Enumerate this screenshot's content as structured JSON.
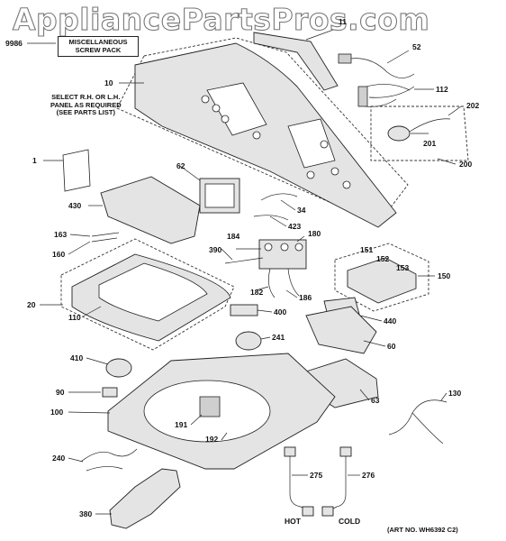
{
  "watermark": "AppliancePartsPros.com",
  "art_number": "(ART NO. WH6392 C2)",
  "notes": {
    "side_panel": "SELECT R.H. OR L.H.\nPANEL AS REQUIRED\n(SEE PARTS LIST)",
    "screw_pack": "MISCELLANEOUS\nSCREW PACK",
    "hot": "HOT",
    "cold": "COLD"
  },
  "callouts": [
    "9986",
    "11",
    "52",
    "10",
    "112",
    "202",
    "201",
    "200",
    "1",
    "62",
    "430",
    "34",
    "423",
    "163",
    "160",
    "184",
    "180",
    "390",
    "151",
    "152",
    "153",
    "150",
    "20",
    "182",
    "186",
    "110",
    "400",
    "440",
    "60",
    "241",
    "410",
    "90",
    "130",
    "100",
    "191",
    "63",
    "192",
    "240",
    "275",
    "276",
    "380"
  ],
  "colors": {
    "line": "#222222",
    "dash": "#333333",
    "part": "#dcdcdc"
  }
}
